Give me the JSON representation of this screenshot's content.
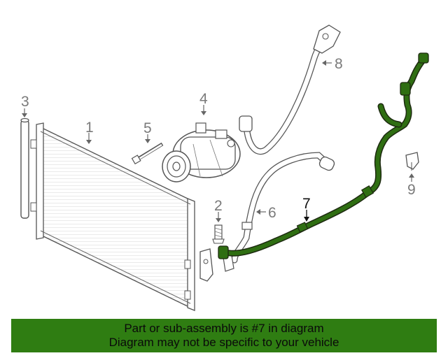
{
  "callouts": {
    "c1": "1",
    "c2": "2",
    "c3": "3",
    "c4": "4",
    "c5": "5",
    "c6": "6",
    "c7": "7",
    "c8": "8",
    "c9": "9"
  },
  "banner": {
    "line1": "Part or sub-assembly is #7 in diagram",
    "line2": "Diagram may not be specific to your vehicle"
  },
  "colors": {
    "highlight_part": "#2f6e12",
    "banner_bg": "#2f7d12",
    "line_art": "#555555"
  }
}
